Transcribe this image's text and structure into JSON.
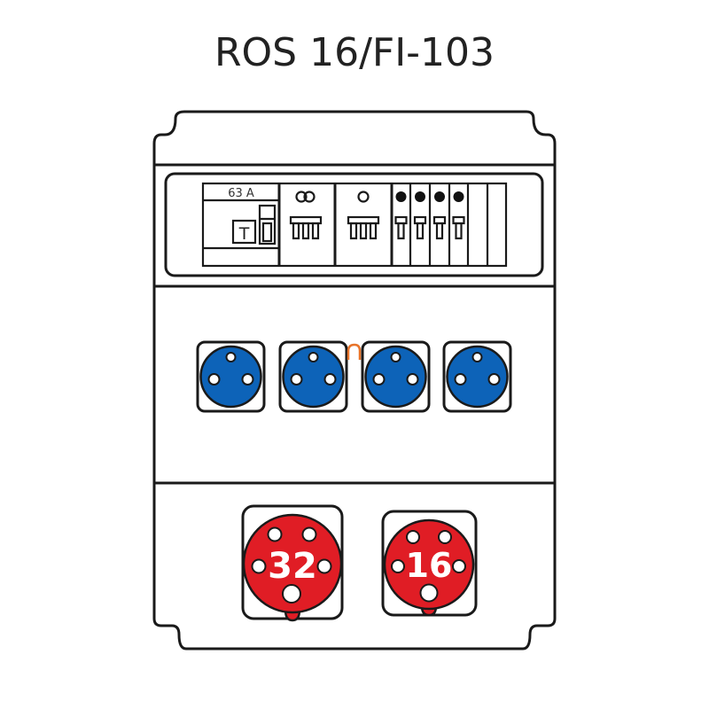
{
  "title": "ROS 16/FI-103",
  "breaker_panel": {
    "rcd_rating": "63 A",
    "rcd_test_label": "T",
    "breaker_symbols": [
      "double-circle",
      "circle",
      "dot",
      "dot",
      "dot",
      "dot"
    ]
  },
  "sockets_230v": {
    "count": 4,
    "color": "#0d63b8"
  },
  "sockets_cee": [
    {
      "label": "32",
      "color": "#e01d25"
    },
    {
      "label": "16",
      "color": "#e01d25"
    }
  ],
  "colors": {
    "outline": "#1a1a1a",
    "bridge": "#e8742a"
  }
}
